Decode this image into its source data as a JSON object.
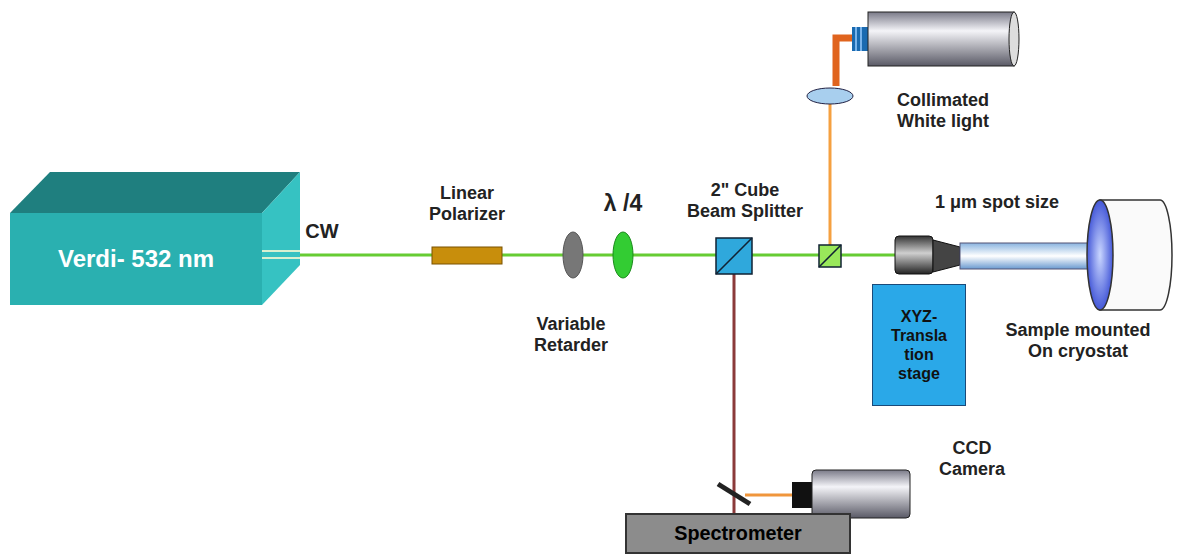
{
  "diagram": {
    "nodes": [
      {
        "text": [
          "Verdi- 532 nm"
        ]
      },
      {
        "text": [
          "XYZ- Transla tion stage"
        ]
      },
      {
        "text": [
          "Spectrometer"
        ]
      }
    ],
    "labels": [
      "CW",
      "Linear Polarizer",
      "Variable Retarder",
      "λ /4",
      "2\" Cube Beam Splitter",
      "Collimated White light",
      "1 μm spot size",
      "Sample mounted On cryostat",
      "CCD Camera"
    ]
  }
}
